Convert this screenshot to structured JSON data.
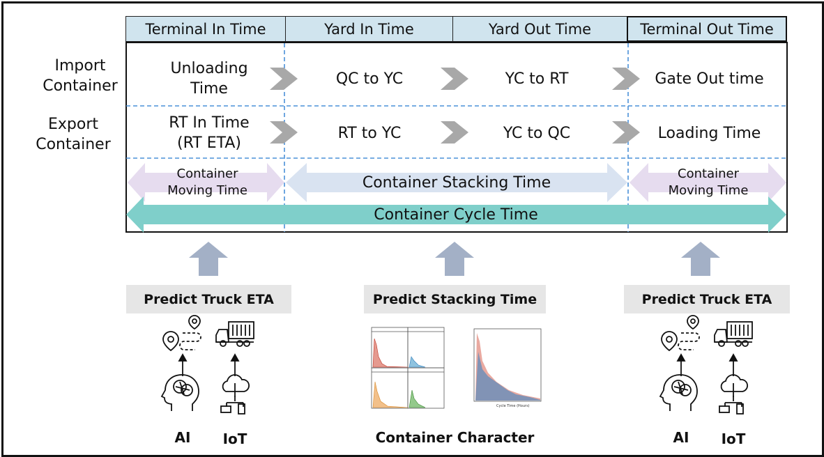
{
  "headers": [
    "Terminal In Time",
    "Yard In Time",
    "Yard Out Time",
    "Terminal Out Time"
  ],
  "rows": [
    {
      "label": "Import\nContainer",
      "cells": [
        "Unloading\nTime",
        "QC to YC",
        "YC to RT",
        "Gate Out time"
      ]
    },
    {
      "label": "Export\nContainer",
      "cells": [
        "RT In Time\n(RT ETA)",
        "RT to YC",
        "YC to QC",
        "Loading Time"
      ]
    }
  ],
  "spans": {
    "moving_left": "Container\nMoving Time",
    "stacking": "Container Stacking Time",
    "moving_right": "Container\nMoving Time",
    "cycle": "Container Cycle Time"
  },
  "predictions": [
    "Predict Truck ETA",
    "Predict Stacking Time",
    "Predict Truck ETA"
  ],
  "bottom_labels": {
    "left_ai": "AI",
    "left_iot": "IoT",
    "center": "Container Character",
    "right_ai": "AI",
    "right_iot": "IoT"
  },
  "colors": {
    "header_fill": "#d0e4ee",
    "chevron": "#a8a8a8",
    "moving_arrow": "#e6dcef",
    "stacking_arrow": "#d9e3f1",
    "cycle_arrow": "#7fcfca",
    "up_arrow": "#a3b0c6",
    "predict_box": "#e6e6e6",
    "dashed_line": "#4a90d9"
  },
  "icons": [
    "location-route-icon",
    "truck-icon",
    "ai-brain-icon",
    "iot-cloud-icon"
  ]
}
